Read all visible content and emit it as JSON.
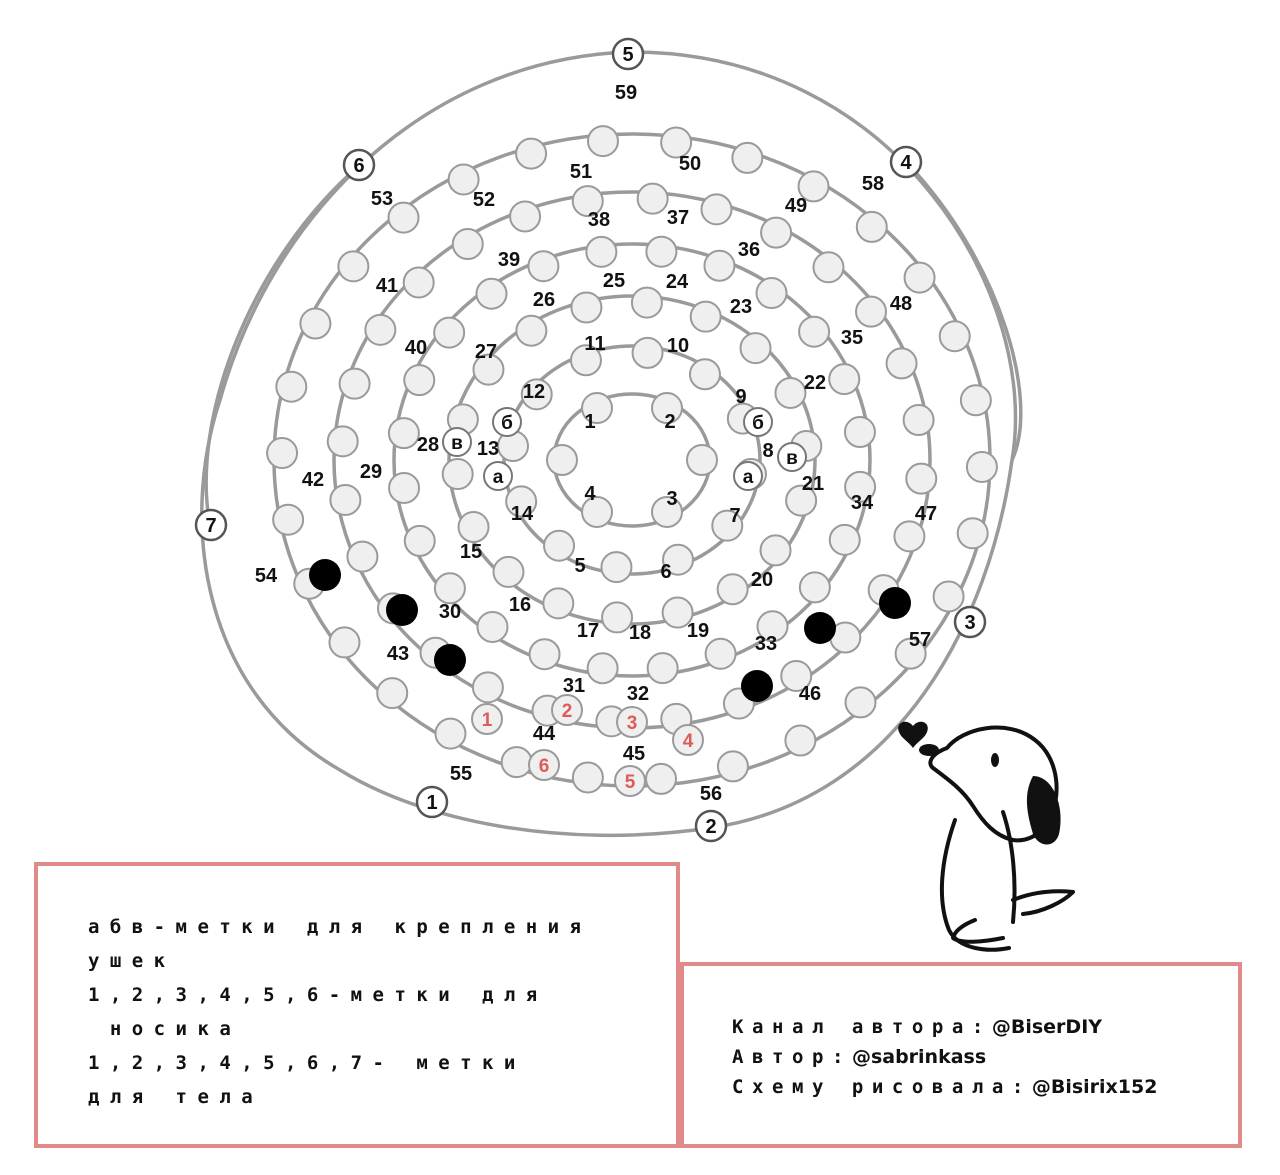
{
  "labels": {
    "center_rows": [
      "1",
      "2",
      "3",
      "4",
      "5",
      "6",
      "7",
      "8",
      "9",
      "10",
      "11",
      "12",
      "13",
      "14",
      "15",
      "16",
      "17",
      "18",
      "19",
      "20",
      "21",
      "22",
      "23",
      "24",
      "25",
      "26",
      "27",
      "28",
      "29",
      "30",
      "31",
      "32",
      "33",
      "34",
      "35",
      "36",
      "37",
      "38",
      "39",
      "40",
      "41",
      "42",
      "43",
      "44",
      "45",
      "46",
      "47",
      "48",
      "49",
      "50",
      "51",
      "52",
      "53",
      "54",
      "55",
      "56",
      "57",
      "58",
      "59"
    ],
    "ear_marks": [
      "б",
      "б",
      "в",
      "в",
      "а",
      "а"
    ],
    "nose_marks": [
      "1",
      "2",
      "3",
      "4",
      "5",
      "6"
    ],
    "body_marks": [
      "1",
      "2",
      "3",
      "4",
      "5",
      "6",
      "7"
    ]
  },
  "legend": {
    "line1": "абв-метки для крепления",
    "line2": "ушек",
    "line3": "1,2,3,4,5,6-метки для",
    "line4": " носика",
    "line5": "1,2,3,4,5,6,7- метки",
    "line6": "для тела"
  },
  "credits": {
    "channel_label": "Канал автора:",
    "channel_value": "@BiserDIY",
    "author_label": "Автор:",
    "author_value": "@sabrinkass",
    "drawn_label": "Схему рисовала:",
    "drawn_value": "@Bisirix152"
  },
  "colors": {
    "bead_fill": "#efefef",
    "bead_stroke": "#9a9a9a",
    "wire": "#9a9a9a",
    "black_bead": "#000000",
    "nose_mark": "#e05a5a",
    "box_border": "#e08a8a"
  }
}
